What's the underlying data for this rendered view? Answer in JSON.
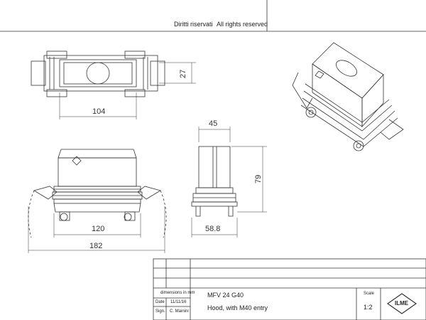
{
  "header": {
    "rights_it": "Diritti riservati",
    "rights_en": "All rights reserved"
  },
  "dimensions": {
    "top_height": "27",
    "top_length": "104",
    "side_width": "45",
    "side_height": "79",
    "side_base": "58.8",
    "front_inner": "120",
    "front_overall": "182"
  },
  "title_block": {
    "units_label": "dimensions in mm",
    "date_label": "Date",
    "date_value": "11/11/16",
    "sign_label": "Sign.",
    "sign_value": "C. Mainini",
    "product_code": "MFV 24 G40",
    "product_desc": "Hood, with M40 entry",
    "scale_label": "Scale",
    "scale_value": "1:2",
    "logo_text": "ILME"
  },
  "colors": {
    "line": "#333333",
    "background": "#ffffff"
  }
}
